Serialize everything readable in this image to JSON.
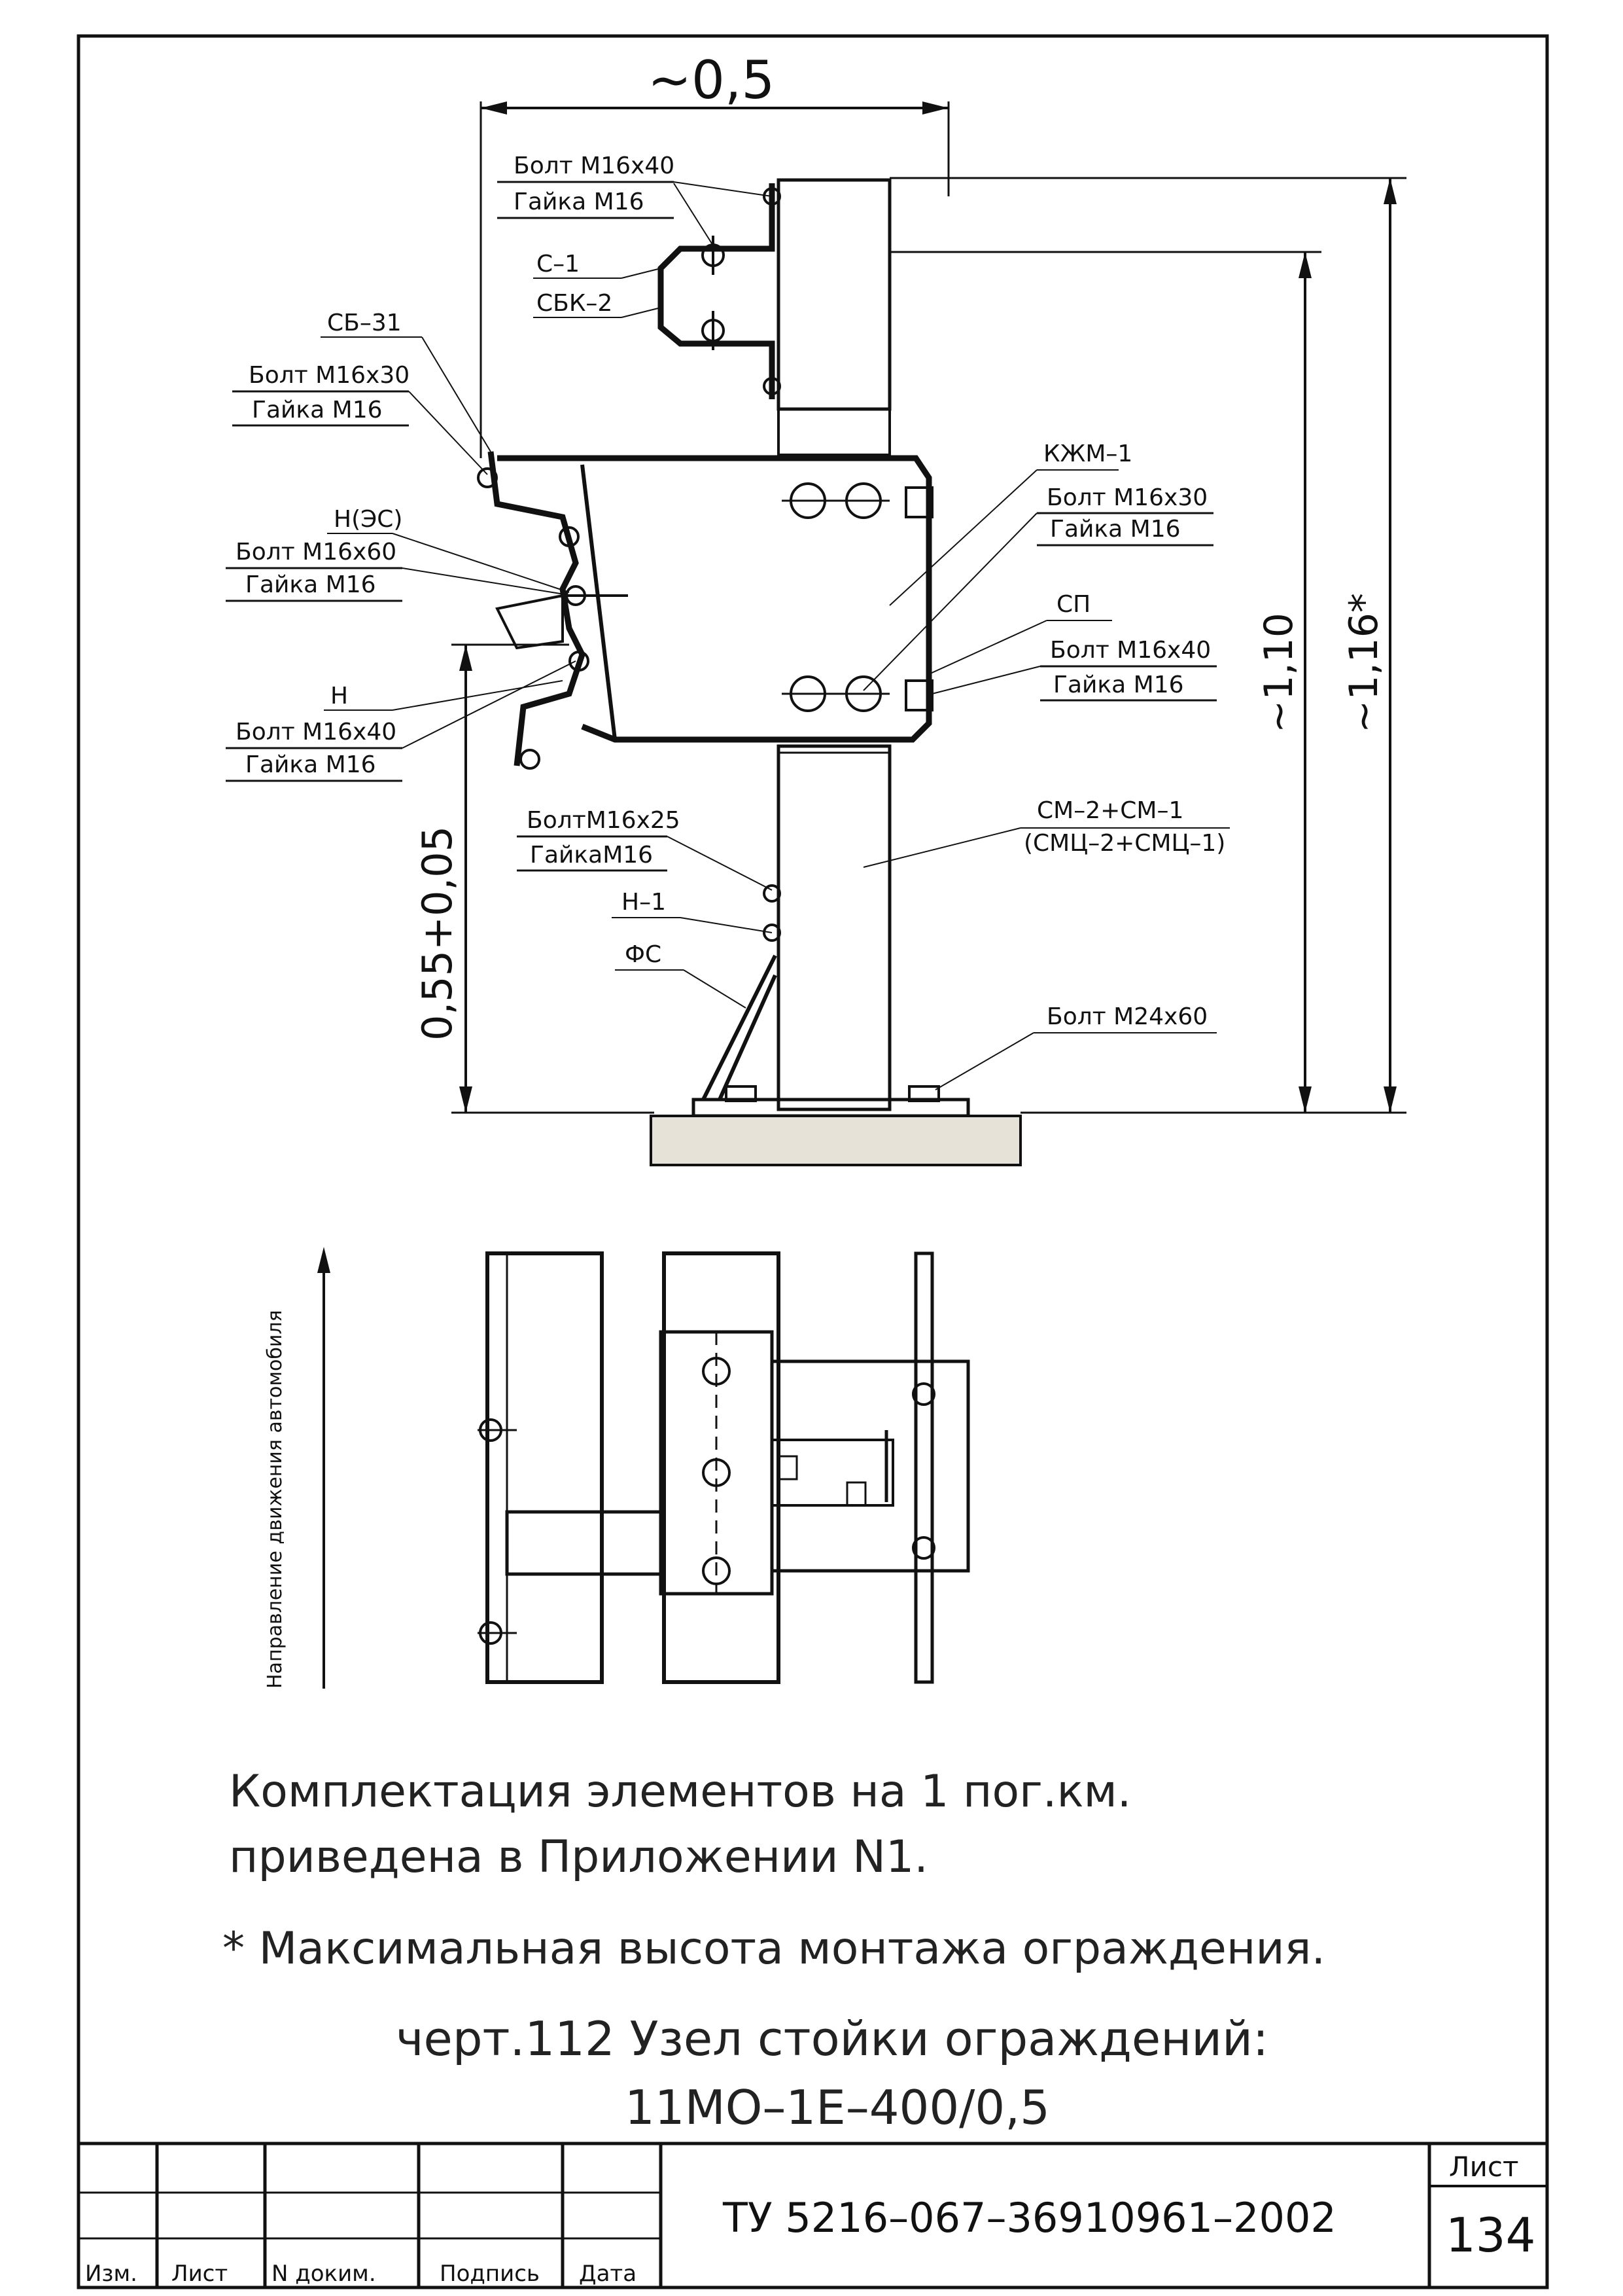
{
  "dimensions": {
    "width": "~0,5",
    "height_mid": "~1,10",
    "height_max": "~1,16*",
    "height_low": "0,55+0,05"
  },
  "labels": {
    "bolt_m16x40_top": "Болт М16х40",
    "nut_m16_top": "Гайка М16",
    "c1": "С–1",
    "sbk2": "СБК–2",
    "sb31": "СБ–31",
    "bolt_m16x30_l": "Болт М16х30",
    "nut_m16_l1": "Гайка М16",
    "h_es": "Н(ЭС)",
    "bolt_m16x60": "Болт М16х60",
    "nut_m16_l2": "Гайка М16",
    "h": "Н",
    "bolt_m16x40_l": "Болт М16х40",
    "nut_m16_l3": "Гайка М16",
    "kzhm1": "КЖМ–1",
    "bolt_m16x30_r": "Болт М16х30",
    "nut_m16_r1": "Гайка М16",
    "sp": "СП",
    "bolt_m16x40_r": "Болт М16х40",
    "nut_m16_r2": "Гайка М16",
    "bolt_m16x25": "БолтМ16х25",
    "nut_m16_25": "ГайкаМ16",
    "h1": "Н–1",
    "fs": "ФС",
    "cm": "СМ–2+СМ–1",
    "cmc": "(СМЦ–2+СМЦ–1)",
    "bolt_m24x60": "Болт М24х60",
    "direction": "Направление движения автомобиля"
  },
  "notes": {
    "line1": "Комплектация элементов на 1 пог.км.",
    "line2": "приведена в Приложении N1.",
    "line3": "* Максимальная высота монтажа ограждения.",
    "title1": "черт.112 Узел стойки ограждений:",
    "title2": "11МО–1Е–400/0,5"
  },
  "stamp": {
    "izm": "Изм.",
    "list": "Лист",
    "ndok": "N доким.",
    "podpis": "Подпись",
    "data": "Дата",
    "doc": "ТУ 5216–067–36910961–2002",
    "sheet_label": "Лист",
    "sheet_no": "134"
  }
}
